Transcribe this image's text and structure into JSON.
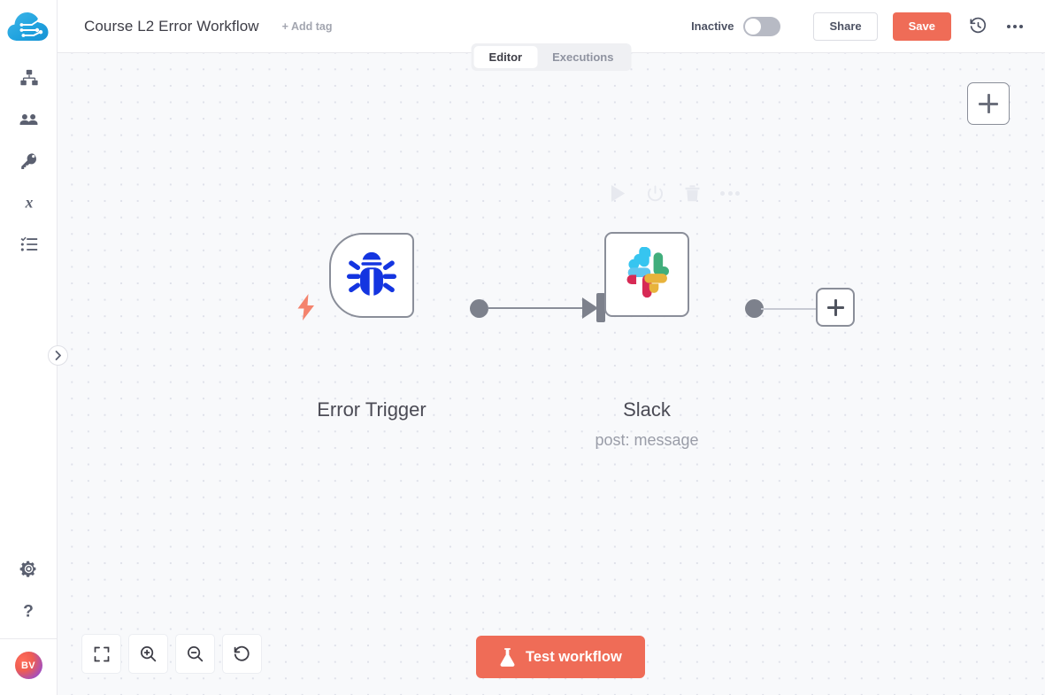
{
  "app": {
    "logo_icon": "cloud-circuit-logo"
  },
  "header": {
    "workflow_title": "Course L2 Error Workflow",
    "add_tag_label": "+ Add tag",
    "active_state_label": "Inactive",
    "toggle_state": "off",
    "share_label": "Share",
    "save_label": "Save",
    "history_icon": "history-icon",
    "more_icon": "ellipsis-icon",
    "save_color": "#ef6c57"
  },
  "tabs": [
    {
      "label": "Editor",
      "active": true
    },
    {
      "label": "Executions",
      "active": false
    }
  ],
  "sidebar": {
    "items": [
      {
        "icon": "workflows-sitemap-icon",
        "name": "workflows"
      },
      {
        "icon": "users-icon",
        "name": "users"
      },
      {
        "icon": "key-icon",
        "name": "credentials"
      },
      {
        "icon": "variables-x-icon",
        "name": "variables"
      },
      {
        "icon": "executions-list-icon",
        "name": "executions"
      }
    ],
    "bottom_items": [
      {
        "icon": "gear-icon",
        "name": "settings"
      },
      {
        "icon": "help-question-icon",
        "name": "help"
      }
    ],
    "avatar_initials": "BV",
    "expand_icon": "chevron-right-icon"
  },
  "canvas": {
    "add_node_icon": "plus-icon",
    "node_toolbar": [
      {
        "icon": "play-icon",
        "name": "execute-node"
      },
      {
        "icon": "power-icon",
        "name": "deactivate-node"
      },
      {
        "icon": "trash-icon",
        "name": "delete-node"
      },
      {
        "icon": "ellipsis-icon",
        "name": "node-options"
      }
    ],
    "nodes": [
      {
        "name": "error-trigger",
        "label": "Error Trigger",
        "subtitle": "",
        "icon": "bug-icon",
        "icon_color": "#1435e0",
        "is_trigger": true,
        "trigger_icon": "lightning-bolt-icon"
      },
      {
        "name": "slack",
        "label": "Slack",
        "subtitle": "post: message",
        "icon": "slack-logo",
        "is_trigger": false
      }
    ],
    "connector_add_icon": "plus-icon"
  },
  "controls": {
    "zoom_buttons": [
      {
        "icon": "fit-to-view-icon",
        "name": "zoom-to-fit"
      },
      {
        "icon": "zoom-in-icon",
        "name": "zoom-in"
      },
      {
        "icon": "zoom-out-icon",
        "name": "zoom-out"
      },
      {
        "icon": "reset-zoom-icon",
        "name": "reset-zoom"
      }
    ],
    "test_workflow_label": "Test workflow",
    "test_workflow_icon": "flask-icon"
  },
  "colors": {
    "accent": "#ef6c57",
    "canvas_bg": "#f8f9fb",
    "node_border": "#8a8e99"
  }
}
